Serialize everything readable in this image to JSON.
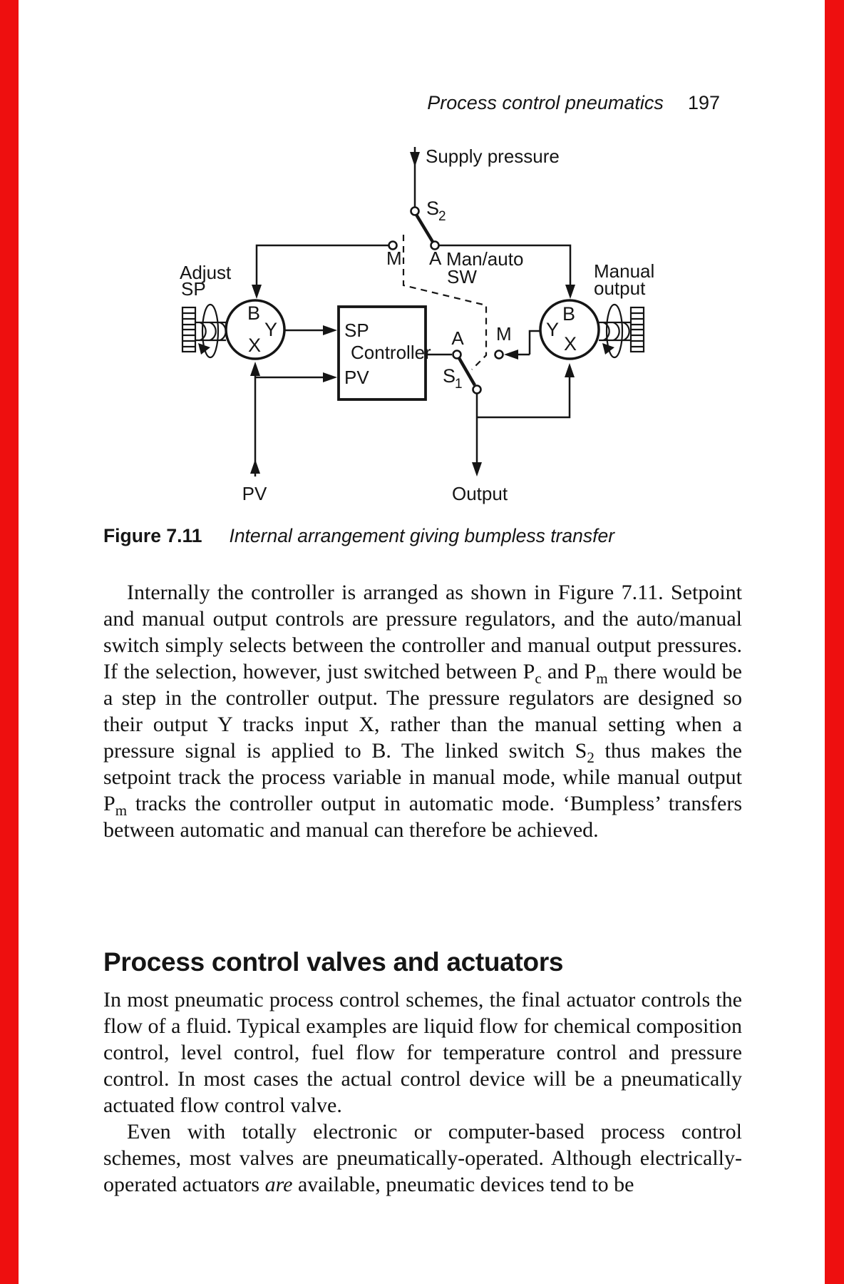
{
  "page": {
    "edge_color": "#ee0f0f",
    "header": {
      "running_title": "Process control pneumatics",
      "page_number": "197"
    }
  },
  "figure": {
    "caption_label": "Figure 7.11",
    "caption_text": "Internal arrangement giving bumpless transfer",
    "diagram": {
      "supply_pressure": "Supply pressure",
      "switch_s2": {
        "base": "S",
        "sub": "2"
      },
      "switch_s1": {
        "base": "S",
        "sub": "1"
      },
      "man_auto_line1": "Man/auto",
      "man_auto_line2": "SW",
      "contact_m_top": "M",
      "contact_a_top": "A",
      "contact_a_s1": "A",
      "contact_m_s1": "M",
      "adjust_sp_line1": "Adjust",
      "adjust_sp_line2": "SP",
      "manual_output_line1": "Manual",
      "manual_output_line2": "output",
      "regulator_left": {
        "b": "B",
        "y": "Y",
        "x": "X"
      },
      "regulator_right": {
        "b": "B",
        "y": "Y",
        "x": "X"
      },
      "controller": {
        "sp": "SP",
        "name": "Controller",
        "pv": "PV"
      },
      "pv_label": "PV",
      "output_label": "Output"
    }
  },
  "content": {
    "para1": "Internally the controller is arranged as shown in Figure 7.11. Setpoint and manual output controls are pressure regulators, and the auto/manual switch simply selects between the controller and manual output pressures. If the selection, however, just switched between P_[c] and P_[m] there would be a step in the controller output. The pressure regulators are designed so their output Y tracks input X, rather than the manual setting when a pressure signal is applied to B. The linked switch S_[2] thus makes the setpoint track the process variable in manual mode, while manual output P_[m] tracks the controller output in automatic mode. ‘Bumpless’ transfers between automatic and manual can therefore be achieved.",
    "section_heading": "Process control valves and actuators",
    "para2": "In most pneumatic process control schemes, the final actuator controls the flow of a fluid. Typical examples are liquid flow for chemical composition control, level control, fuel flow for temperature control and pressure control. In most cases the actual control device will be a pneumatically actuated flow control valve.",
    "para3": "Even with totally electronic or computer-based process control schemes, most valves are pneumatically-operated. Although electrically-operated actuators *are* available, pneumatic devices tend to be"
  }
}
